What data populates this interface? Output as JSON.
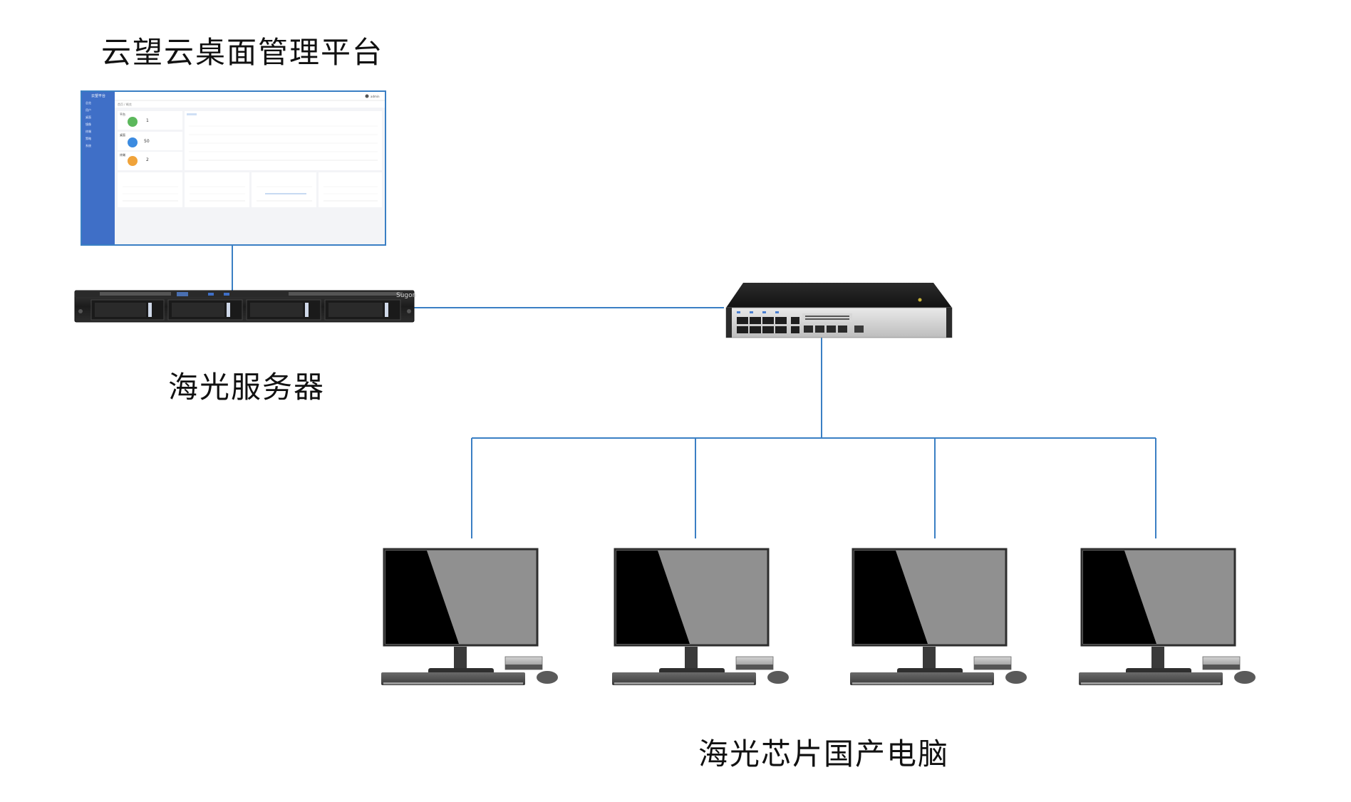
{
  "captions": {
    "platform": "云望云桌面管理平台",
    "server": "海光服务器",
    "clients": "海光芯片国产电脑"
  },
  "server_brand": "Sugon",
  "platform_screen": {
    "sidebar_title": "云望平台",
    "sidebar_items": [
      "总览",
      "用户",
      "桌面",
      "镜像",
      "终端",
      "策略",
      "系统"
    ],
    "user": "admin",
    "breadcrumb": "首页 / 概览",
    "stat_cards": [
      {
        "label": "平台",
        "value": "1"
      },
      {
        "label": "桌面",
        "value": "50"
      },
      {
        "label": "终端",
        "value": "2"
      }
    ]
  },
  "colors": {
    "line": "#3a7fc4",
    "sidebar": "#3f6fc7",
    "frame": "#3a7fc4"
  }
}
